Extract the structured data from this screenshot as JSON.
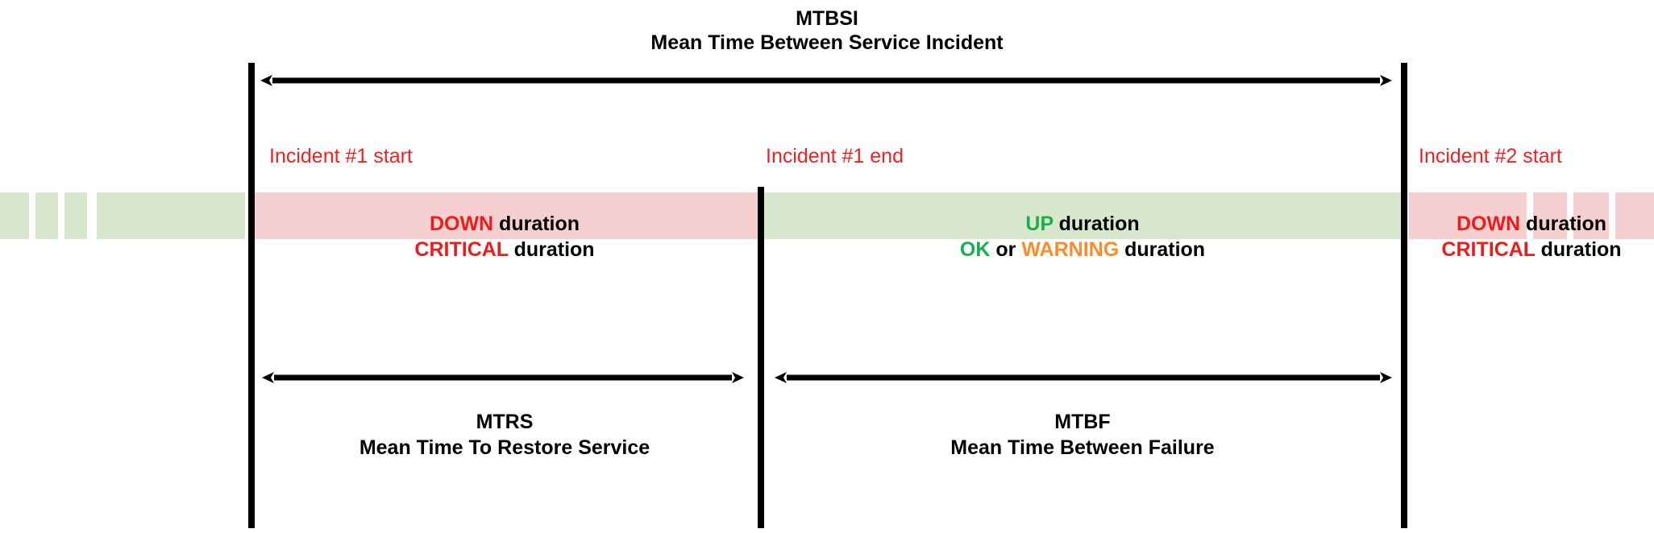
{
  "diagram": {
    "title_top": {
      "abbr": "MTBSI",
      "full": "Mean Time Between Service Incident"
    },
    "markers": [
      {
        "name": "incident-1-start",
        "label": "Incident #1 start"
      },
      {
        "name": "incident-1-end",
        "label": "Incident #1 end"
      },
      {
        "name": "incident-2-start",
        "label": "Incident #2 start"
      }
    ],
    "segments": [
      {
        "name": "down-critical-segment",
        "state": "down",
        "line1": {
          "emph": "DOWN",
          "rest": " duration"
        },
        "line2": {
          "emph": "CRITICAL",
          "rest": " duration"
        },
        "fill": "#f6cfd0"
      },
      {
        "name": "up-ok-warning-segment",
        "state": "up",
        "line1": {
          "emph": "UP",
          "rest": " duration"
        },
        "line2": {
          "emph_a": "OK",
          "mid": " or ",
          "emph_b": "WARNING",
          "rest": " duration"
        },
        "fill": "#d7e8cd"
      },
      {
        "name": "down-critical-segment-next",
        "state": "down",
        "line1": {
          "emph": "DOWN",
          "rest": " duration"
        },
        "line2": {
          "emph": "CRITICAL",
          "rest": " duration"
        },
        "fill": "#f6cfd0"
      }
    ],
    "measures": [
      {
        "name": "mtrs",
        "abbr": "MTRS",
        "full": "Mean Time To Restore Service"
      },
      {
        "name": "mtbf",
        "abbr": "MTBF",
        "full": "Mean Time Between Failure"
      }
    ],
    "colors": {
      "down": "#ee1b1b",
      "critical": "#ee1b1b",
      "up": "#18b04a",
      "ok": "#18b04a",
      "warning": "#ff8a2a",
      "marker_text": "#ee2222",
      "band_green": "#d7e8cd",
      "band_pink": "#f6cfd0",
      "axis": "#000000"
    }
  }
}
